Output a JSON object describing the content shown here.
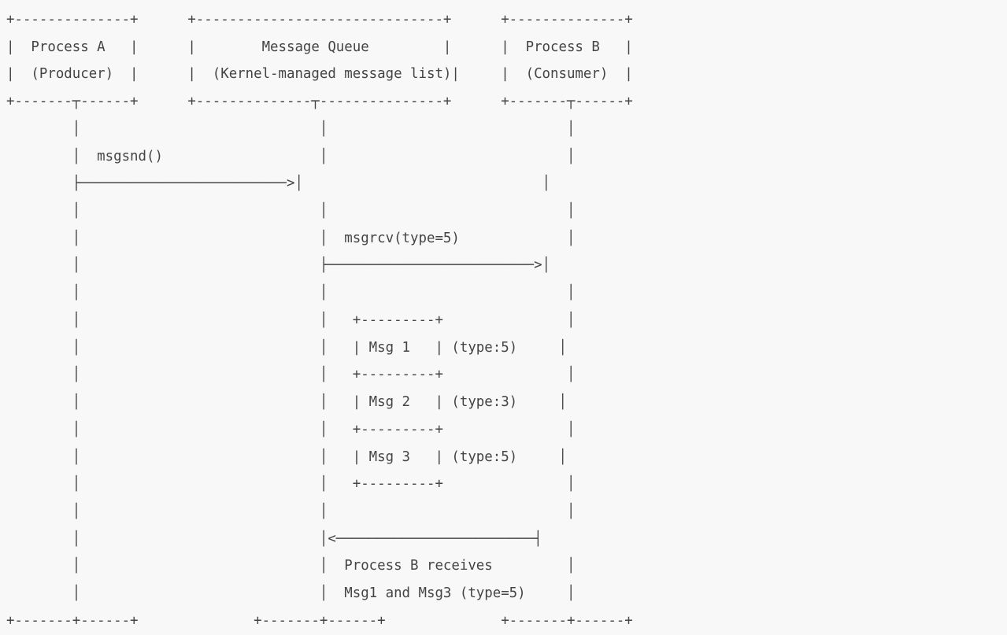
{
  "diagram": {
    "title": "System V Message Queue IPC sequence diagram",
    "type": "ascii-sequence-diagram",
    "background_color": "#f8f8f8",
    "text_color": "#444444",
    "participants": [
      {
        "id": "process-a",
        "name": "Process A",
        "role": "(Producer)",
        "column": "left"
      },
      {
        "id": "message-queue",
        "name": "Message Queue",
        "role": "(Kernel-managed message list)",
        "column": "center"
      },
      {
        "id": "process-b",
        "name": "Process B",
        "role": "(Consumer)",
        "column": "right"
      }
    ],
    "calls": [
      {
        "label": "msgsnd()",
        "from": "process-a",
        "to": "message-queue",
        "direction": "right"
      },
      {
        "label": "msgrcv(type=5)",
        "from": "message-queue",
        "to": "process-b",
        "direction": "right"
      }
    ],
    "queue_messages": [
      {
        "name": "Msg 1",
        "type_label": "(type:5)"
      },
      {
        "name": "Msg 2",
        "type_label": "(type:3)"
      },
      {
        "name": "Msg 3",
        "type_label": "(type:5)"
      }
    ],
    "return_arrow": {
      "direction": "left",
      "from": "process-b",
      "to": "message-queue"
    },
    "result_note": [
      "Process B receives",
      "Msg1 and Msg3 (type=5)"
    ],
    "art": "+--------------+      +------------------------------+      +--------------+\n|  Process A   |      |        Message Queue         |      |  Process B   |\n|  (Producer)  |      |  (Kernel-managed message list)|     |  (Consumer)  |\n+-------┬------+      +--------------┬---------------+      +-------┬------+\n        │                             │                             │\n        │  msgsnd()                   │                             │\n        ├─────────────────────────>│                             │\n        │                             │                             │\n        │                             │  msgrcv(type=5)             │\n        │                             ├─────────────────────────>│\n        │                             │                             │\n        │                             │   +---------+               │\n        │                             │   | Msg 1   | (type:5)     │\n        │                             │   +---------+               │\n        │                             │   | Msg 2   | (type:3)     │\n        │                             │   +---------+               │\n        │                             │   | Msg 3   | (type:5)     │\n        │                             │   +---------+               │\n        │                             │                             │\n        │                             │<────────────────────────┤\n        │                             │  Process B receives         │\n        │                             │  Msg1 and Msg3 (type=5)     │\n+-------+------+              +-------+------+              +-------+------+"
  }
}
